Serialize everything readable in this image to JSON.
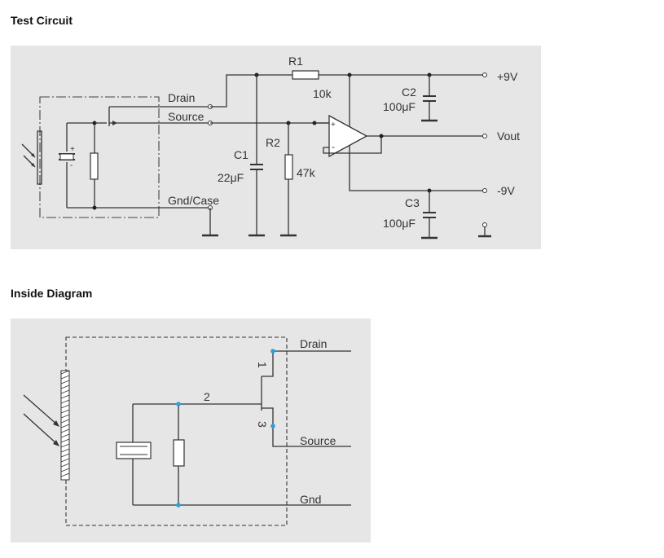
{
  "headings": {
    "test_circuit": "Test Circuit",
    "inside_diagram": "Inside Diagram"
  },
  "test_circuit": {
    "labels": {
      "r1": "R1",
      "r1_value": "10k",
      "r2": "R2",
      "r2_value": "47k",
      "c1": "C1",
      "c1_value": "22μF",
      "c2": "C2",
      "c2_value": "100μF",
      "c3": "C3",
      "c3_value": "100μF",
      "drain": "Drain",
      "source": "Source",
      "gnd_case": "Gnd/Case",
      "plus_9v": "+9V",
      "minus_9v": "-9V",
      "vout": "Vout",
      "plus": "+",
      "minus": "-"
    }
  },
  "inside_diagram": {
    "labels": {
      "drain": "Drain",
      "source": "Source",
      "gnd": "Gnd",
      "pin1": "1",
      "pin2": "2",
      "pin3": "3"
    }
  },
  "colors": {
    "panel": "#e6e6e6",
    "wire": "#333333",
    "junction_blue": "#2aa0e0"
  }
}
